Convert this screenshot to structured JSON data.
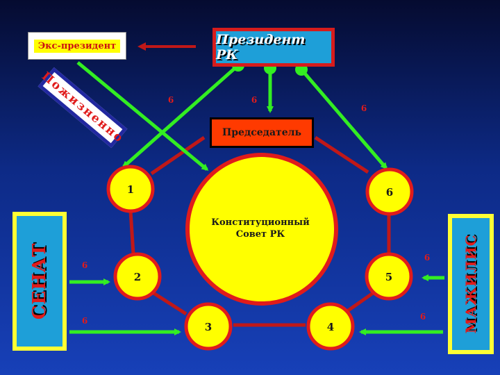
{
  "president": {
    "label": "Президент РК"
  },
  "ex_president": {
    "label": "Экс-президент"
  },
  "chairman": {
    "label": "Председатель"
  },
  "council": {
    "line1": "Конституционный",
    "line2": "Совет РК"
  },
  "senate": {
    "label": "СЕНАТ"
  },
  "mazhilis": {
    "label": "МАЖИЛИС"
  },
  "lifelong": {
    "label": "Пожизненно"
  },
  "members": [
    "1",
    "2",
    "3",
    "4",
    "5",
    "6"
  ],
  "term_labels": [
    "6",
    "6",
    "6",
    "6",
    "6",
    "6",
    "6"
  ],
  "colors": {
    "arrow_green": "#33ee22",
    "arrow_red": "#c01818",
    "node_fill": "#ffff00",
    "node_border": "#e01b1b",
    "box_blue": "#1e9fd8"
  }
}
